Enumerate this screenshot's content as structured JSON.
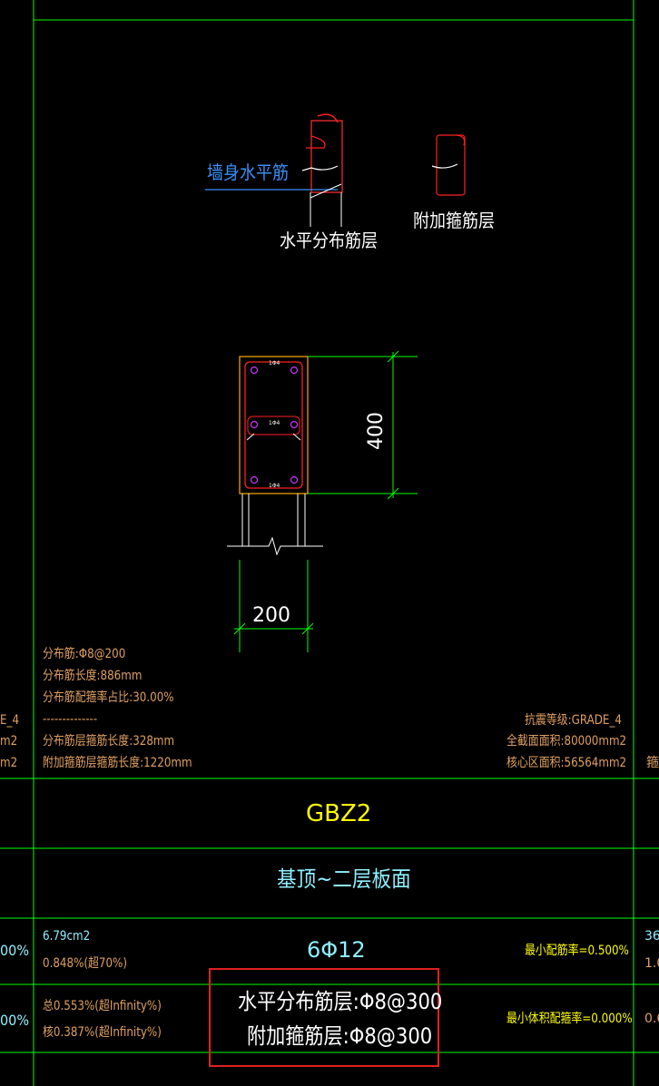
{
  "drawing": {
    "detail_labels": {
      "wall_horizontal_bar": "墙身水平筋",
      "horizontal_layer": "水平分布筋层",
      "additional_stirrup_layer": "附加箍筋层"
    },
    "section": {
      "dim_height": "400",
      "dim_width": "200",
      "corner_bar_mark": "1Φ4",
      "middle_bar_mark": "1Φ4",
      "bottom_bar_mark": "1Φ4"
    },
    "notes_left": {
      "line1": "分布筋:Φ8@200",
      "line2": "分布筋长度:886mm",
      "line3": "分布筋配箍率占比:30.00%",
      "separator": "--------------",
      "line4": "分布筋层箍筋长度:328mm",
      "line5": "附加箍筋层箍筋长度:1220mm"
    },
    "notes_right": {
      "line1": "抗震等级:GRADE_4",
      "line2": "全截面面积:80000mm2",
      "line3": "核心区面积:56564mm2"
    },
    "left_edge_fragments": [
      "E_4",
      "m2",
      "m2"
    ],
    "right_edge_fragment": "箍"
  },
  "table": {
    "name": "GBZ2",
    "range": "基顶~二层板面",
    "row1": {
      "area": "6.79cm2",
      "ratio": "0.848%(超70%)",
      "rebar": "6Φ12",
      "min_ratio": "最小配筋率=0.500%",
      "left_fragment": "00%",
      "right_fragment1": "36",
      "right_fragment2": "1.0"
    },
    "row2": {
      "ratio1": "0.553%(超Infinity%)",
      "ratio2": "0.387%(超Infinity%)",
      "prefix1": "总",
      "prefix2": "核",
      "stirrup_line1": "水平分布筋层:Φ8@300",
      "stirrup_line2": "附加箍筋层:Φ8@300",
      "min_volume_ratio": "最小体积配箍率=0.000%",
      "left_fragment": "00%",
      "right_fragment": "0.6"
    }
  },
  "colors": {
    "frame": "#00ff00",
    "rebar": "#ff0000",
    "outline": "#ffaa00",
    "annotation": "#e0a060",
    "text": "#8ff0ff",
    "highlight": "#e02020",
    "label_blue": "#3a8ff7"
  }
}
